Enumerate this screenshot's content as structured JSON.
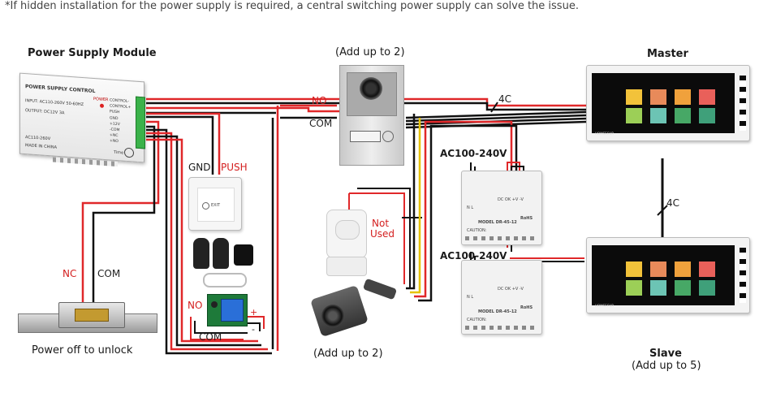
{
  "note": "*If hidden installation for the power supply is required, a central switching power supply can solve the issue.",
  "psu_module": {
    "title": "Power Supply Module",
    "label_top": "POWER SUPPLY CONTROL",
    "input": "INPUT: AC110-260V 50-60HZ",
    "output": "OUTPUT: DC12V  3A",
    "power": "POWER",
    "ac": "AC110-260V",
    "made": "MADE IN CHINA",
    "time": "Time",
    "terminals": [
      "CONTROL-",
      "CONTROL+",
      "PUSH",
      "GND",
      "+12V",
      "-COM",
      "+NC",
      "+NO"
    ]
  },
  "door_station": {
    "caption": "(Add up to 2)",
    "no": "NO",
    "com": "COM"
  },
  "exit_button": {
    "gnd": "GND",
    "push": "PUSH",
    "text": "EXIT"
  },
  "lock": {
    "nc": "NC",
    "com": "COM",
    "caption": "Power off to unlock"
  },
  "remote_module": {
    "no": "NO",
    "com": "COM",
    "plus": "+",
    "minus": "-"
  },
  "pir": {
    "not_used_1": "Not",
    "not_used_2": "Used"
  },
  "camera": {
    "caption": "(Add up to 2)"
  },
  "adapter_top": {
    "label": "AC100-240V",
    "nl": "N  L",
    "model": "MODEL DR-45-12",
    "rohs": "RoHS",
    "caution": "CAUTION:",
    "dc": "DC OK  +V  -V"
  },
  "adapter_bottom": {
    "label": "AC100-240V",
    "nl": "N  L",
    "model": "MODEL DR-45-12",
    "rohs": "RoHS",
    "caution": "CAUTION:",
    "dc": "DC OK  +V  -V"
  },
  "master": {
    "title": "Master",
    "brand": "HOMSECUR"
  },
  "slave": {
    "title": "Slave",
    "subtitle": "(Add up to 5)",
    "brand": "HOMSECUR"
  },
  "link_master_top": "4C",
  "link_master_slave": "4C",
  "tile_colors": [
    "#f2c23a",
    "#e88a5a",
    "#f0a13c",
    "#e9605a",
    "#9ccf57",
    "#6cc4b4",
    "#47a866",
    "#3fa07a"
  ],
  "wire_colors": {
    "red": "#e0282a",
    "black": "#111111",
    "yellow": "#e6c300"
  }
}
